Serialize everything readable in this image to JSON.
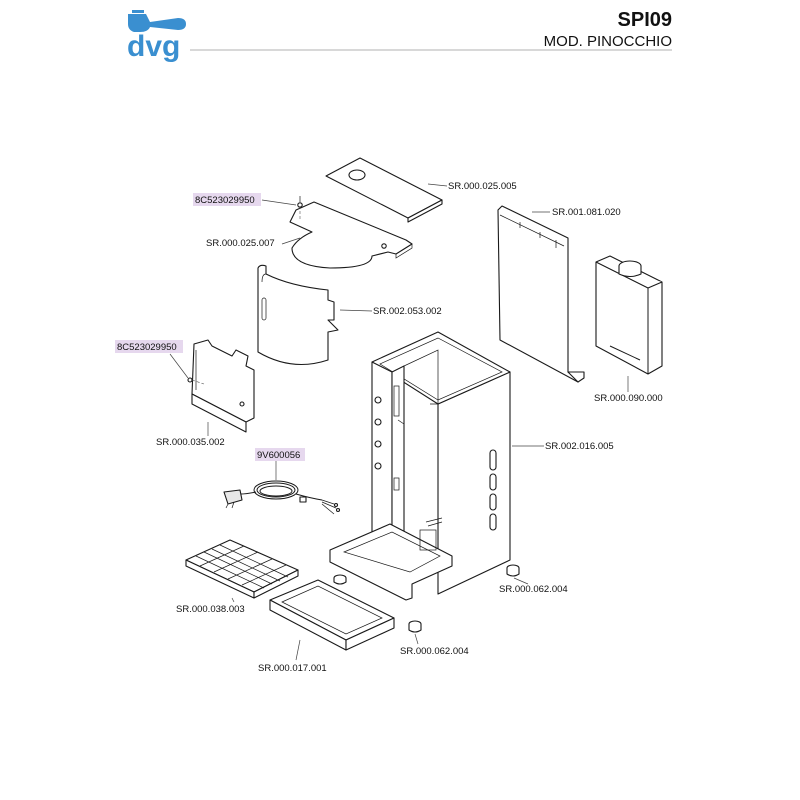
{
  "brand": {
    "logo_text": "dvg",
    "color": "#3a8fd0"
  },
  "header": {
    "model_code": "SPI09",
    "model_name": "MOD. PINOCCHIO"
  },
  "highlight_color": "#e6d8ee",
  "labels": {
    "lid": "SR.000.025.005",
    "screw_top": "8C523029950",
    "top_plate": "SR.000.025.007",
    "back_panel": "SR.001.081.020",
    "cylinder": "SR.002.053.002",
    "tank": "SR.000.090.000",
    "screw_left": "8C523029950",
    "bracket": "SR.000.035.002",
    "frame": "SR.002.016.005",
    "cable": "9V600056",
    "foot_right": "SR.000.062.004",
    "grid": "SR.000.038.003",
    "foot_front": "SR.000.062.004",
    "tray": "SR.000.017.001"
  }
}
